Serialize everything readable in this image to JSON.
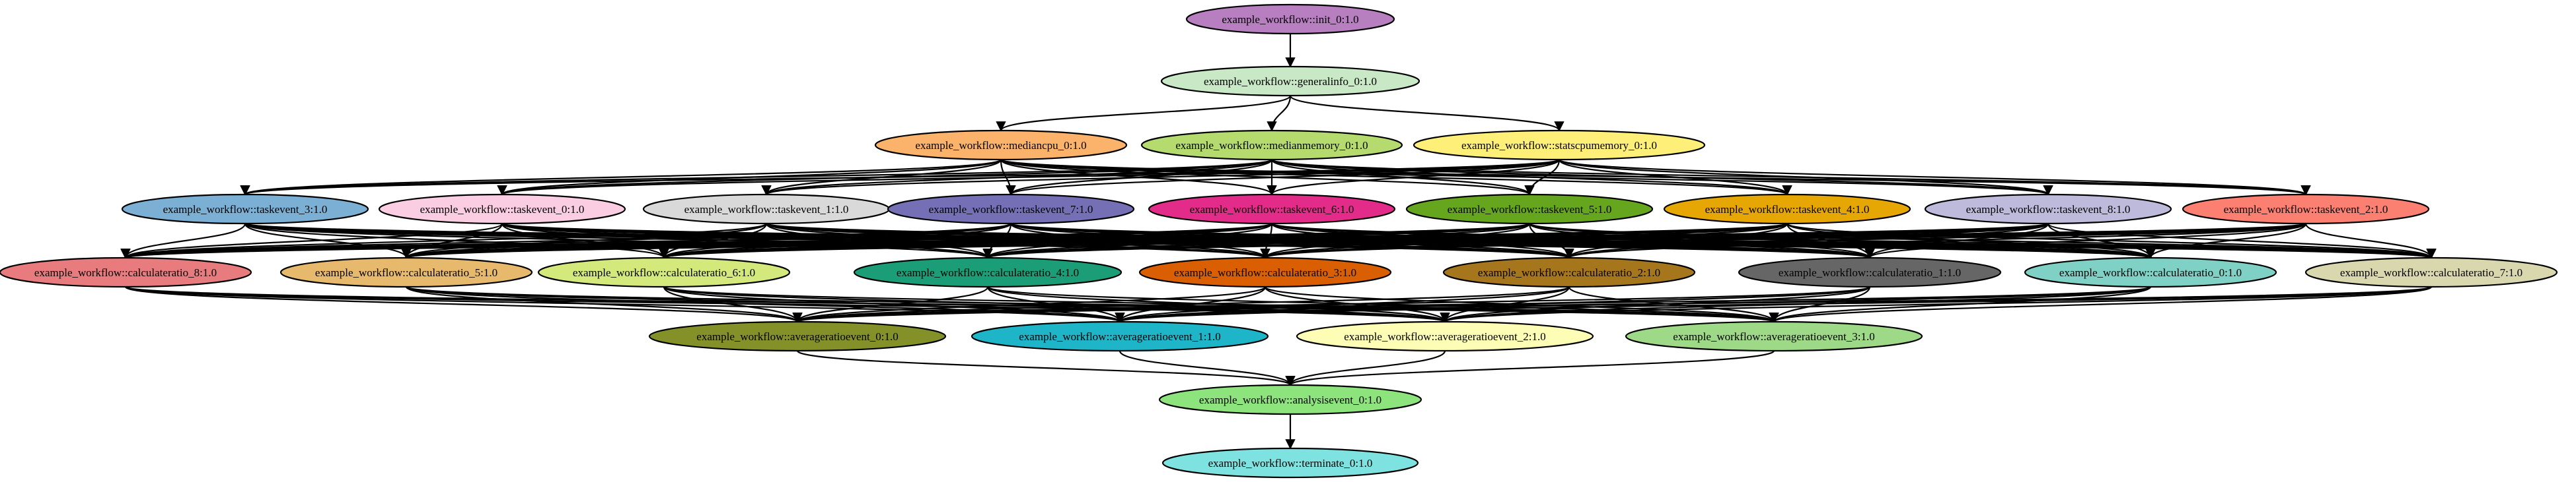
{
  "workflow": {
    "nodes": [
      {
        "id": "init_0",
        "label": "example_workflow::init_0:1.0",
        "color": "#b77ec0"
      },
      {
        "id": "generalinfo_0",
        "label": "example_workflow::generalinfo_0:1.0",
        "color": "#c9e8c5"
      },
      {
        "id": "mediancpu_0",
        "label": "example_workflow::mediancpu_0:1.0",
        "color": "#fbb26a"
      },
      {
        "id": "medianmemory_0",
        "label": "example_workflow::medianmemory_0:1.0",
        "color": "#b5db6f"
      },
      {
        "id": "statscpumemory_0",
        "label": "example_workflow::statscpumemory_0:1.0",
        "color": "#fdef78"
      },
      {
        "id": "taskevent_3",
        "label": "example_workflow::taskevent_3:1.0",
        "color": "#7bafd3"
      },
      {
        "id": "taskevent_0",
        "label": "example_workflow::taskevent_0:1.0",
        "color": "#fbcde3"
      },
      {
        "id": "taskevent_1",
        "label": "example_workflow::taskevent_1:1.0",
        "color": "#d9d9d9"
      },
      {
        "id": "taskevent_7",
        "label": "example_workflow::taskevent_7:1.0",
        "color": "#7570b5"
      },
      {
        "id": "taskevent_6",
        "label": "example_workflow::taskevent_6:1.0",
        "color": "#e32b8a"
      },
      {
        "id": "taskevent_5",
        "label": "example_workflow::taskevent_5:1.0",
        "color": "#66a61e"
      },
      {
        "id": "taskevent_4",
        "label": "example_workflow::taskevent_4:1.0",
        "color": "#e6a603"
      },
      {
        "id": "taskevent_8",
        "label": "example_workflow::taskevent_8:1.0",
        "color": "#bebadb"
      },
      {
        "id": "taskevent_2",
        "label": "example_workflow::taskevent_2:1.0",
        "color": "#fb8072"
      },
      {
        "id": "calculateratio_8",
        "label": "example_workflow::calculateratio_8:1.0",
        "color": "#e77b7d"
      },
      {
        "id": "calculateratio_5",
        "label": "example_workflow::calculateratio_5:1.0",
        "color": "#e6b96d"
      },
      {
        "id": "calculateratio_6",
        "label": "example_workflow::calculateratio_6:1.0",
        "color": "#d4e97c"
      },
      {
        "id": "calculateratio_4",
        "label": "example_workflow::calculateratio_4:1.0",
        "color": "#1b9e77"
      },
      {
        "id": "calculateratio_3",
        "label": "example_workflow::calculateratio_3:1.0",
        "color": "#d95f02"
      },
      {
        "id": "calculateratio_2",
        "label": "example_workflow::calculateratio_2:1.0",
        "color": "#a6761d"
      },
      {
        "id": "calculateratio_1",
        "label": "example_workflow::calculateratio_1:1.0",
        "color": "#666666"
      },
      {
        "id": "calculateratio_0",
        "label": "example_workflow::calculateratio_0:1.0",
        "color": "#80d1c5"
      },
      {
        "id": "calculateratio_7",
        "label": "example_workflow::calculateratio_7:1.0",
        "color": "#d9d7ae"
      },
      {
        "id": "averageratioevent_0",
        "label": "example_workflow::averageratioevent_0:1.0",
        "color": "#849129"
      },
      {
        "id": "averageratioevent_1",
        "label": "example_workflow::averageratioevent_1:1.0",
        "color": "#1eb5c9"
      },
      {
        "id": "averageratioevent_2",
        "label": "example_workflow::averageratioevent_2:1.0",
        "color": "#fdfdb5"
      },
      {
        "id": "averageratioevent_3",
        "label": "example_workflow::averageratioevent_3:1.0",
        "color": "#9dd987"
      },
      {
        "id": "analysisevent_0",
        "label": "example_workflow::analysisevent_0:1.0",
        "color": "#8de37c"
      },
      {
        "id": "terminate_0",
        "label": "example_workflow::terminate_0:1.0",
        "color": "#7ee3e0"
      }
    ]
  }
}
